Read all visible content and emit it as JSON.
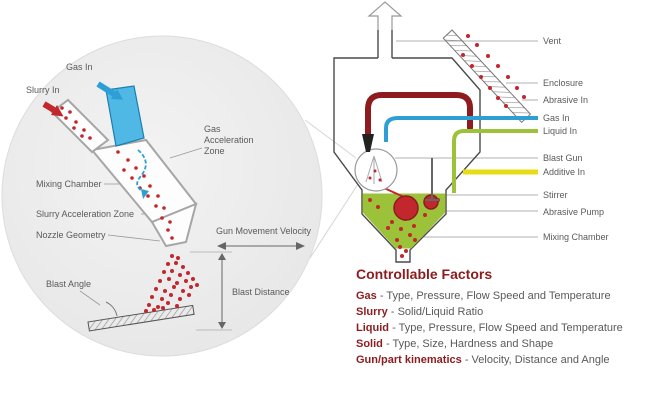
{
  "colors": {
    "maroon": "#8e1b1e",
    "blue": "#2e9fd4",
    "tube_blue": "#4fb8e5",
    "green": "#9cc23a",
    "yellow": "#e8dc16",
    "red": "#c1272d",
    "text_gray": "#5a5a5a"
  },
  "nozzle_view": {
    "labels": {
      "gas_in": "Gas In",
      "slurry_in": "Slurry In",
      "gas_acceleration_zone": "Gas Acceleration Zone",
      "mixing_chamber": "Mixing Chamber",
      "slurry_acceleration_zone": "Slurry Acceleration Zone",
      "nozzle_geometry": "Nozzle Geometry",
      "blast_angle": "Blast Angle",
      "gun_movement_velocity": "Gun Movement Velocity",
      "blast_distance": "Blast Distance"
    }
  },
  "machine_view": {
    "labels": {
      "vent": "Vent",
      "enclosure": "Enclosure",
      "abrasive_in": "Abrasive In",
      "gas_in": "Gas In",
      "liquid_in": "Liquid In",
      "blast_gun": "Blast Gun",
      "additive_in": "Additive In",
      "stirrer": "Stirrer",
      "abrasive_pump": "Abrasive Pump",
      "mixing_chamber": "Mixing Chamber"
    }
  },
  "controllable_factors": {
    "title": "Controllable Factors",
    "items": [
      {
        "term": "Gas",
        "desc": "- Type, Pressure, Flow Speed and Temperature"
      },
      {
        "term": "Slurry",
        "desc": "- Solid/Liquid Ratio"
      },
      {
        "term": "Liquid",
        "desc": "- Type, Pressure, Flow Speed and Temperature"
      },
      {
        "term": "Solid",
        "desc": "- Type, Size, Hardness and Shape"
      },
      {
        "term": "Gun/part kinematics",
        "desc": "- Velocity, Distance and Angle"
      }
    ]
  }
}
